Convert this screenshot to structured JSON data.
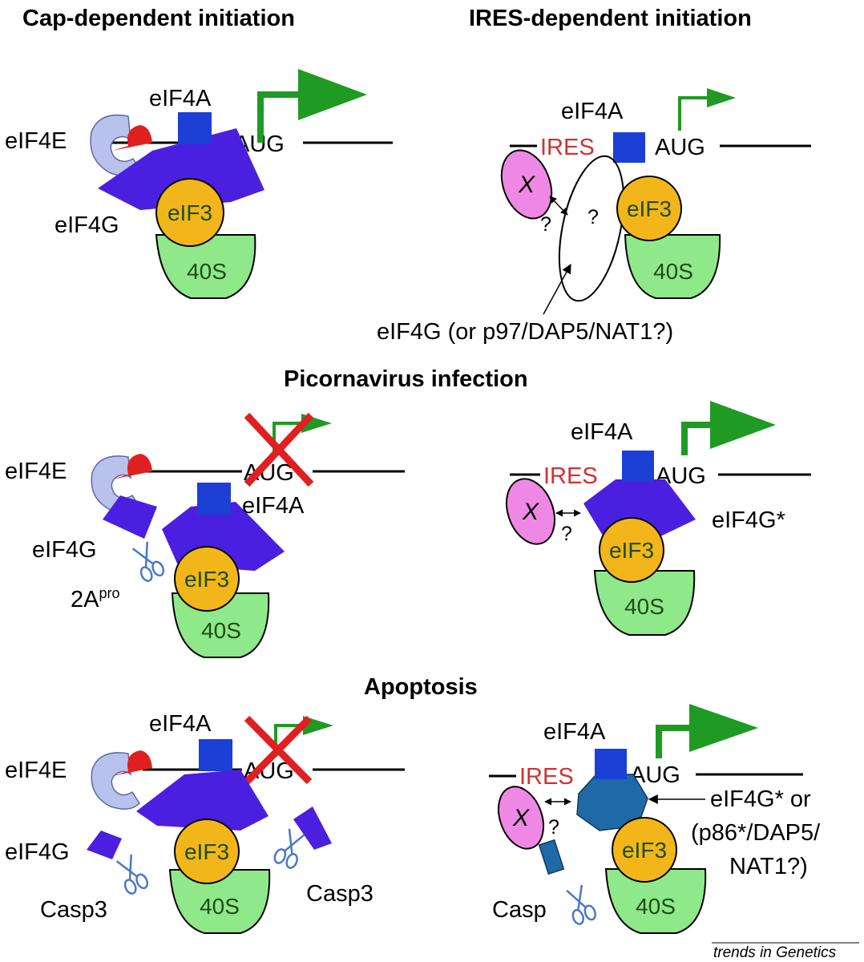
{
  "headings": {
    "cap": "Cap-dependent initiation",
    "ires": "IRES-dependent initiation",
    "picorna": "Picornavirus infection",
    "apoptosis": "Apoptosis"
  },
  "labels": {
    "eif4a": "eIF4A",
    "eif4e": "eIF4E",
    "eif4g": "eIF4G",
    "eif3": "eIF3",
    "ribosome_40s": "40S",
    "aug": "AUG",
    "ires": "IRES",
    "itaf": "X",
    "unknown": "?",
    "ires_eif4g_note": "eIF4G (or p97/DAP5/NAT1?)",
    "eif4g_cleaved": "eIF4G*",
    "protease_2a": "2A",
    "protease_2a_sup": "pro",
    "casp3": "Casp3",
    "casp": "Casp",
    "apoptosis_note_1": "eIF4G* or",
    "apoptosis_note_2": "(p86*/DAP5/",
    "apoptosis_note_3": "NAT1?)"
  },
  "footer": "trends in Genetics",
  "colors": {
    "eif4g": "#4b1fe0",
    "eif4g_alt": "#1f6aa6",
    "eif4a": "#1c3fd6",
    "eif4e": "#b8c2ec",
    "cap": "#e02020",
    "eif3": "#f2b61a",
    "ribosome_40s": "#8fe88a",
    "itaf": "#ee88e4",
    "arrow": "#1f9a22",
    "block": "#e02020",
    "scissors": "#4a78c8"
  }
}
